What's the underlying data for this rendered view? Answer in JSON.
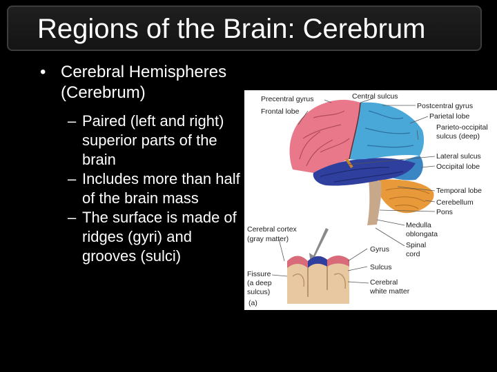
{
  "title": "Regions of the Brain: Cerebrum",
  "bullet": {
    "text": "Cerebral Hemispheres (Cerebrum)",
    "sub_items": [
      "Paired (left and right) superior parts of the brain",
      "Includes more than half of the brain mass",
      "The surface is made of ridges (gyri) and grooves (sulci)"
    ]
  },
  "figure": {
    "labels": {
      "precentral_gyrus": "Precentral gyrus",
      "frontal_lobe": "Frontal lobe",
      "central_sulcus": "Central sulcus",
      "postcentral_gyrus": "Postcentral gyrus",
      "parietal_lobe": "Parietal lobe",
      "parieto_occipital_1": "Parieto-occipital",
      "parieto_occipital_2": "sulcus (deep)",
      "lateral_sulcus": "Lateral sulcus",
      "occipital_lobe": "Occipital lobe",
      "temporal_lobe": "Temporal lobe",
      "cerebellum": "Cerebellum",
      "pons": "Pons",
      "medulla_1": "Medulla",
      "medulla_2": "oblongata",
      "spinal_1": "Spinal",
      "spinal_2": "cord",
      "cortex_1": "Cerebral cortex",
      "cortex_2": "(gray matter)",
      "gyrus": "Gyrus",
      "sulcus": "Sulcus",
      "fissure_1": "Fissure",
      "fissure_2": "(a deep",
      "fissure_3": "sulcus)",
      "white_1": "Cerebral",
      "white_2": "white matter",
      "panel": "(a)"
    },
    "colors": {
      "frontal": "#e8788a",
      "parietal": "#4aa8d8",
      "temporal": "#2e3f9e",
      "occipital": "#3a86c4",
      "cerebellum": "#e89a3a",
      "brainstem": "#c8a88a"
    }
  }
}
